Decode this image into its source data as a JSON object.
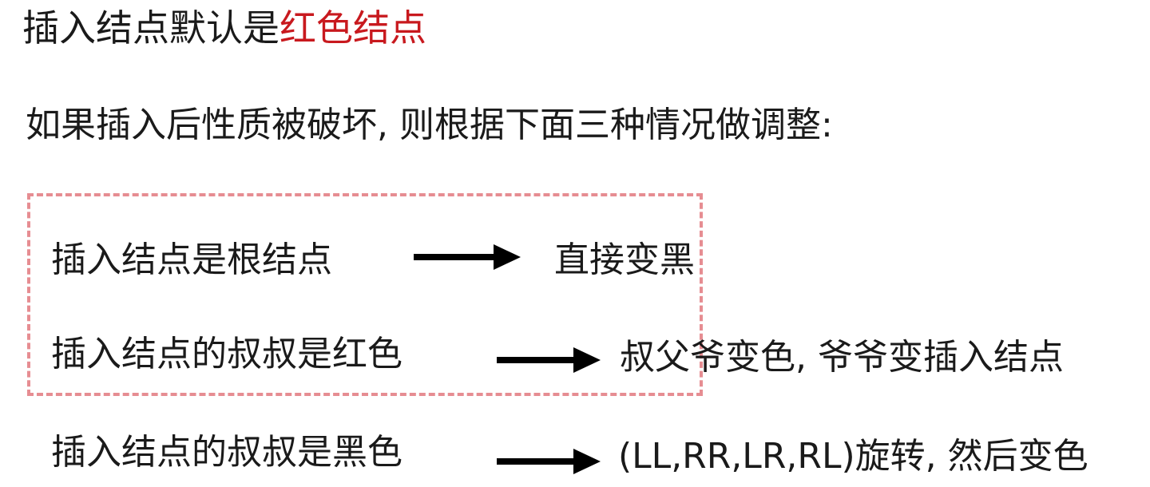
{
  "heading": {
    "prefix": "插入结点默认是",
    "highlight": "红色结点",
    "highlight_color": "#c8191e"
  },
  "intro": "如果插入后性质被破坏, 则根据下面三种情况做调整:",
  "box_color": "#e27a7f",
  "cases": [
    {
      "condition": "插入结点是根结点",
      "arrow_icon": "right-arrow-icon",
      "action": "直接变黑"
    },
    {
      "condition": "插入结点的叔叔是红色",
      "arrow_icon": "right-arrow-icon",
      "action": "叔父爷变色, 爷爷变插入结点"
    },
    {
      "condition": "插入结点的叔叔是黑色",
      "arrow_icon": "right-arrow-icon",
      "action": "(LL,RR,LR,RL)旋转, 然后变色"
    }
  ]
}
